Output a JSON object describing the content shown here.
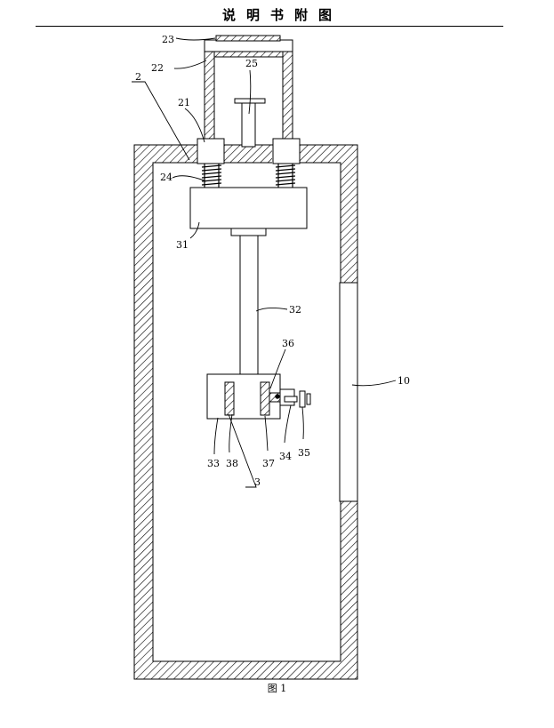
{
  "header": {
    "title": "说明书附图"
  },
  "figure": {
    "caption": "图 1"
  },
  "labels": {
    "l2": "2",
    "l3": "3",
    "l10": "10",
    "l21": "21",
    "l22": "22",
    "l23": "23",
    "l24": "24",
    "l25": "25",
    "l31": "31",
    "l32": "32",
    "l33": "33",
    "l34": "34",
    "l35": "35",
    "l36": "36",
    "l37": "37",
    "l38": "38"
  }
}
